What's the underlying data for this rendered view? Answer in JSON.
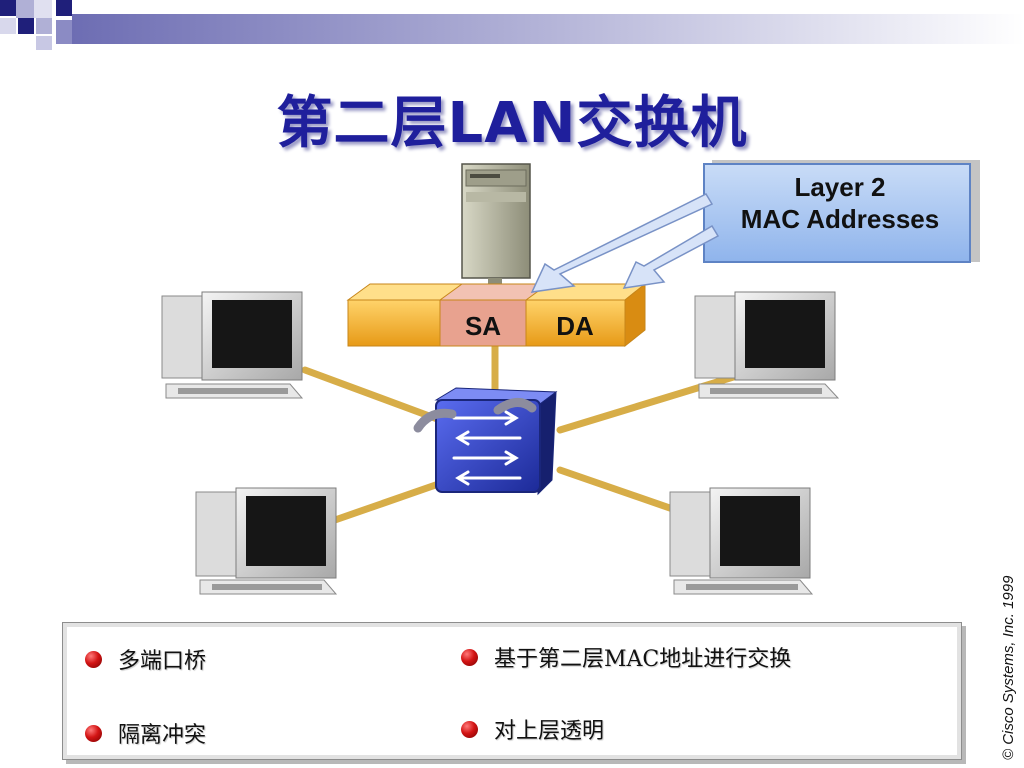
{
  "slide": {
    "title": "第二层LAN交换机",
    "copyright": "© Cisco Systems, Inc. 1999"
  },
  "diagram": {
    "callout": {
      "line1": "Layer 2",
      "line2": "MAC Addresses"
    },
    "frame": {
      "sa_label": "SA",
      "da_label": "DA"
    }
  },
  "bullets": [
    {
      "text": "多端口桥"
    },
    {
      "text": "基于第二层MAC地址进行交换"
    },
    {
      "text": "隔离冲突"
    },
    {
      "text": "对上层透明"
    }
  ],
  "colors": {
    "title": "#1f1f9c",
    "frame": "#f5b12e",
    "sa_field": "#e8a28f",
    "callout": "#a9c8f2",
    "switch": "#2d3fc4",
    "cable": "#d7ad48",
    "bullet": "#d31414"
  }
}
